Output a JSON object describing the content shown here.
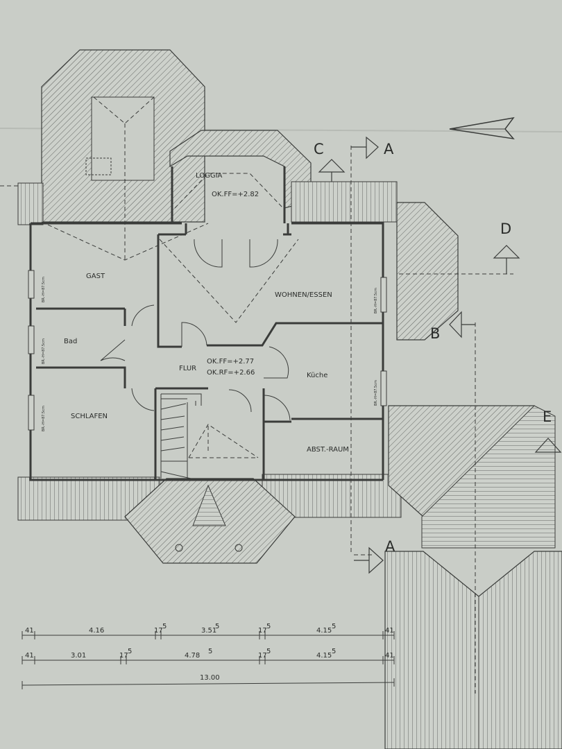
{
  "rooms": {
    "loggia": "LOGGIA",
    "loggia_level": "OK.FF=+2.82",
    "gast": "GAST",
    "wohnen": "WOHNEN/ESSEN",
    "bad": "Bad",
    "flur": "FLUR",
    "flur_ff": "OK.FF=+2.77",
    "flur_rf": "OK.RF=+2.66",
    "kueche": "Küche",
    "schlafen": "SCHLAFEN",
    "abst": "ABST.-RAUM"
  },
  "window_note": "BR.-H=87.5cm",
  "sections": {
    "a_top": "A",
    "a_bottom": "A",
    "b": "B",
    "c": "C",
    "d": "D",
    "e": "E"
  },
  "dimensions": {
    "row1": [
      "41",
      "4.16",
      "17",
      "5",
      "3.51",
      "5",
      "17",
      "5",
      "4.15",
      "5",
      "41"
    ],
    "row2": [
      "41",
      "3.01",
      "17",
      "5",
      "4.78",
      "5",
      "17",
      "5",
      "4.15",
      "5",
      "41"
    ],
    "total": "13.00"
  }
}
